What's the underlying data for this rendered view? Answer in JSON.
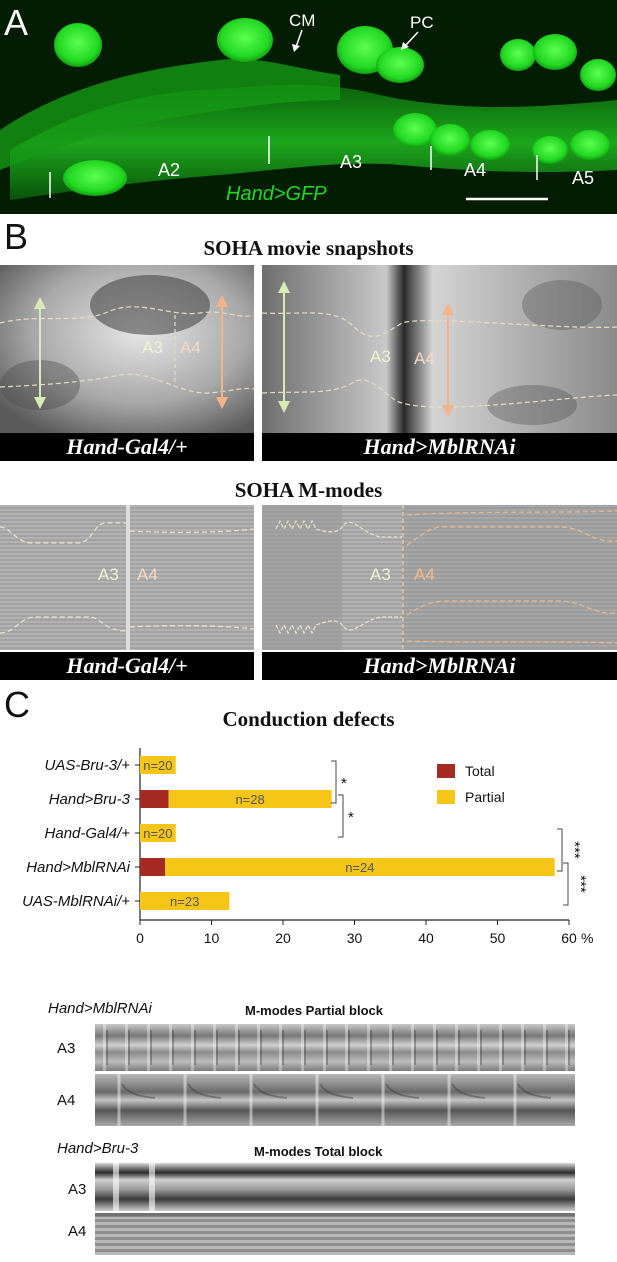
{
  "panels": {
    "a": "A",
    "b": "B",
    "c": "C"
  },
  "panelA": {
    "segments": [
      "A2",
      "A3",
      "A4",
      "A5"
    ],
    "cm": "CM",
    "pc": "PC",
    "genotype": "Hand>GFP"
  },
  "panelB": {
    "snapshots_title": "SOHA movie snapshots",
    "mmodes_title": "SOHA M-modes",
    "seg_a3": "A3",
    "seg_a4": "A4",
    "label_control": "Hand-Gal4/+",
    "label_rnai": "Hand>MblRNAi"
  },
  "panelC": {
    "chart_title": "Conduction defects",
    "m_partial_genotype": "Hand>MblRNAi",
    "m_partial_title": "M-modes  Partial block",
    "m_total_genotype": "Hand>Bru-3",
    "m_total_title": "M-modes Total block",
    "row_a3": "A3",
    "row_a4": "A4"
  },
  "colors": {
    "total": "#a52a22",
    "partial": "#f5c518",
    "gfp": "#22d822"
  },
  "chart_data": {
    "type": "bar",
    "orientation": "horizontal",
    "title": "Conduction defects",
    "categories": [
      "UAS-Bru-3/+",
      "Hand>Bru-3",
      "Hand-Gal4/+",
      "Hand>MblRNAi",
      "UAS-MblRNAi/+"
    ],
    "series": [
      {
        "name": "Total",
        "values": [
          0,
          4,
          0,
          3.5,
          0
        ]
      },
      {
        "name": "Partial",
        "values": [
          5,
          22.8,
          5,
          54.5,
          12.5
        ]
      }
    ],
    "n_labels": [
      "n=20",
      "n=28",
      "n=20",
      "n=24",
      "n=23"
    ],
    "xticks": [
      "0",
      "10",
      "20",
      "30",
      "40",
      "50",
      "60"
    ],
    "xunit": "%",
    "xlim": [
      0,
      60
    ],
    "legend": "top-right",
    "significance": [
      {
        "between": [
          "UAS-Bru-3/+",
          "Hand>Bru-3"
        ],
        "label": "*"
      },
      {
        "between": [
          "Hand>Bru-3",
          "Hand-Gal4/+"
        ],
        "label": "*"
      },
      {
        "between": [
          "Hand-Gal4/+",
          "Hand>MblRNAi"
        ],
        "label": "***"
      },
      {
        "between": [
          "Hand>MblRNAi",
          "UAS-MblRNAi/+"
        ],
        "label": "***"
      }
    ]
  }
}
